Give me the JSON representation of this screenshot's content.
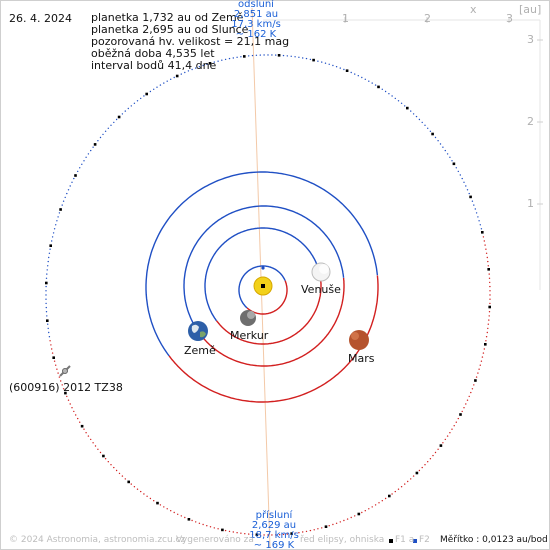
{
  "date": "26. 4. 2024",
  "info_lines": [
    "planetka 1,732 au od Země",
    "planetka 2,695 au od Slunce",
    "pozorovaná hv. velikost = 21,1 mag",
    "oběžná doba 4,535 let",
    "interval bodů 41,4 dne"
  ],
  "aphelion": {
    "title": "odsluní",
    "dist": "2,851 au",
    "speed": "17,3 km/s",
    "temp": "~ 162 K"
  },
  "perihelion": {
    "title": "přísluní",
    "dist": "2,629 au",
    "speed": "18,7 km/s",
    "temp": "~ 169 K"
  },
  "asteroid_label": "(600916) 2012 TZ38",
  "planets": {
    "venus": "Venuše",
    "earth": "Země",
    "mercury": "Merkur",
    "mars": "Mars"
  },
  "axis": {
    "unit": "[au]",
    "x_symbol": "x",
    "top_ticks": [
      "1",
      "2",
      "3"
    ],
    "right_ticks": [
      "1",
      "2",
      "3"
    ]
  },
  "footer": {
    "copyright": "© 2024 Astronomia, astronomia.zcu.cz",
    "generated": "Vygenerováno za",
    "ellipse_note": "řed elipsy, ohniska",
    "legend_f1": "F1 a",
    "legend_f2": "F2",
    "scale": "Měřítko : 0,0123 au/bod"
  },
  "colors": {
    "orbit_above": "#1f4fc4",
    "orbit_below": "#d21f1f",
    "sun": "#f2d11a",
    "axis_line": "#f3c9a8"
  }
}
